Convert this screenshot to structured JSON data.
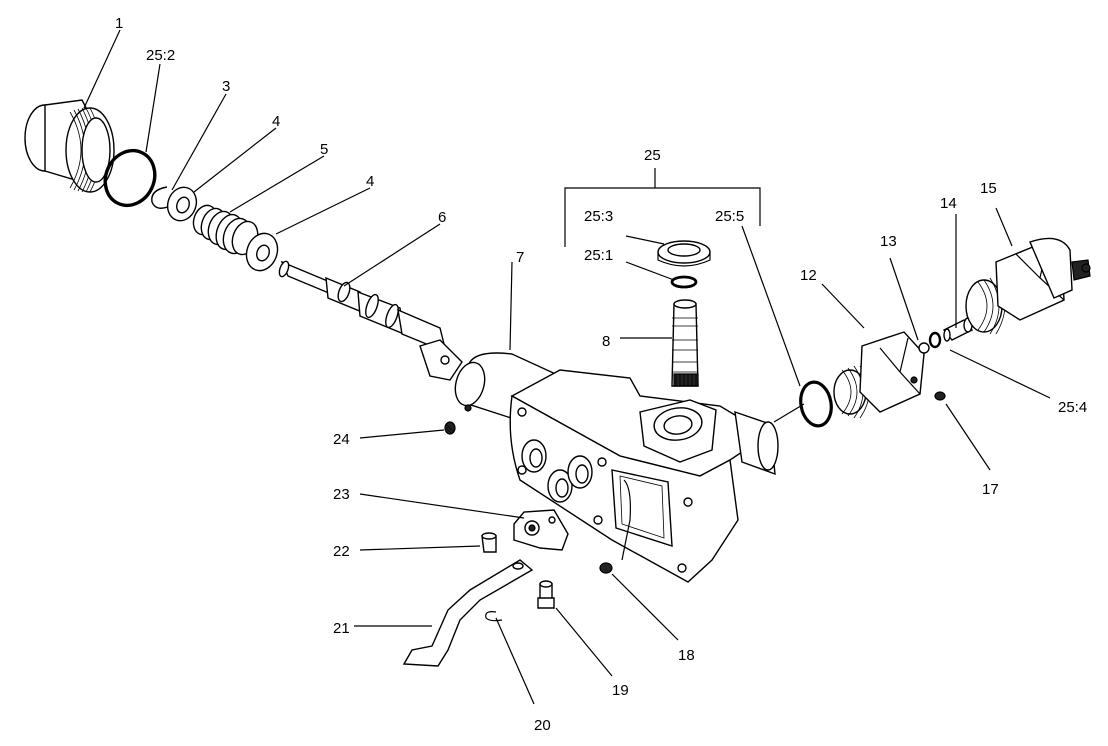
{
  "callouts": {
    "c1": "1",
    "c25_2": "25:2",
    "c3": "3",
    "c4a": "4",
    "c5": "5",
    "c4b": "4",
    "c6": "6",
    "c7": "7",
    "c25": "25",
    "c25_3": "25:3",
    "c25_5": "25:5",
    "c25_1": "25:1",
    "c8": "8",
    "c12": "12",
    "c13": "13",
    "c14": "14",
    "c15": "15",
    "c25_4": "25:4",
    "c17": "17",
    "c24": "24",
    "c23": "23",
    "c22": "22",
    "c21": "21",
    "c18": "18",
    "c19": "19",
    "c20": "20"
  }
}
